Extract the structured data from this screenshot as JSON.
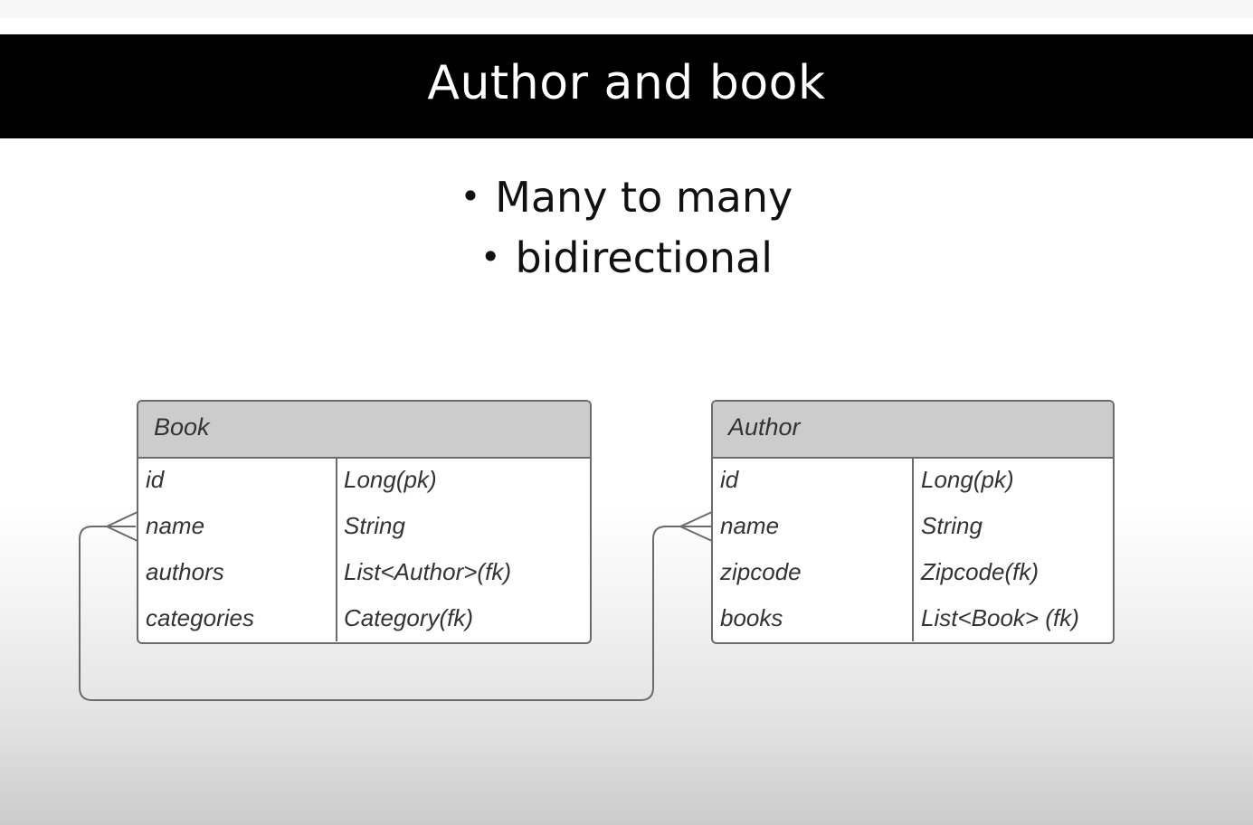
{
  "title": "Author and book",
  "bullets": [
    {
      "symbol": "•",
      "text": "Many to many"
    },
    {
      "symbol": "•",
      "text": "bidirectional"
    }
  ],
  "entities": {
    "book": {
      "name": "Book",
      "fields": [
        {
          "name": "id",
          "type": "Long(pk)"
        },
        {
          "name": "name",
          "type": "String"
        },
        {
          "name": "authors",
          "type": "List<Author>(fk)"
        },
        {
          "name": "categories",
          "type": "Category(fk)"
        }
      ]
    },
    "author": {
      "name": "Author",
      "fields": [
        {
          "name": "id",
          "type": "Long(pk)"
        },
        {
          "name": "name",
          "type": "String"
        },
        {
          "name": "zipcode",
          "type": "Zipcode(fk)"
        },
        {
          "name": "books",
          "type": "List<Book> (fk)"
        }
      ]
    }
  },
  "relationship": {
    "type": "many-to-many",
    "left_end": "crow-foot",
    "right_end": "crow-foot",
    "line_color": "#6b6b6b"
  },
  "colors": {
    "title_bar": "#000000",
    "title_text": "#ffffff",
    "entity_header": "#cccccc",
    "entity_border": "#6b6b6b"
  }
}
